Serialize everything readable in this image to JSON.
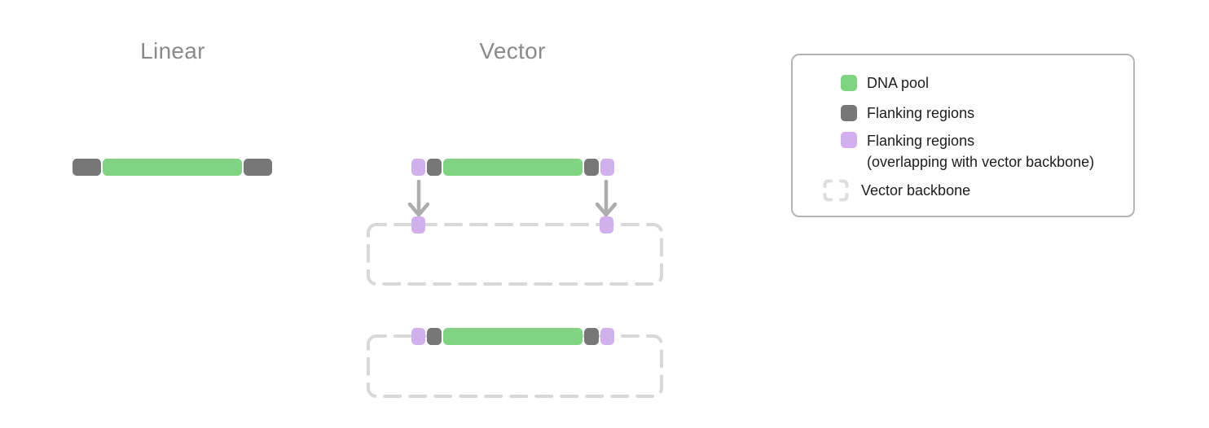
{
  "page": {
    "background": "#ffffff"
  },
  "columns": {
    "linear_title": "Linear",
    "vector_title": "Vector"
  },
  "colors": {
    "page_bg": "#ffffff",
    "dna_pool": "#7fd383",
    "flanking": "#777777",
    "flanking_overlap": "#d2b0ee",
    "vector_backbone_dash": "#d8d8d8",
    "legend_dash_icon": "#dddddd",
    "arrow": "#adadad",
    "title_text": "#8a8a8a",
    "legend_border": "#b4b4b4",
    "legend_text": "#1d1d1f"
  },
  "diagram": {
    "linear": {
      "segments": [
        "flanking-region",
        "dna-pool",
        "flanking-region"
      ]
    },
    "vector": {
      "insert_segments": [
        "flanking-overlap",
        "flanking-region",
        "dna-pool",
        "flanking-region",
        "flanking-overlap"
      ],
      "steps": [
        "insert with overlapping flanks",
        "empty vector backbone with overlap sites",
        "insert assembled onto vector backbone"
      ]
    }
  },
  "legend": {
    "items": [
      {
        "id": "dna-pool",
        "label": "DNA pool"
      },
      {
        "id": "flanking-regions",
        "label": "Flanking regions"
      },
      {
        "id": "flanking-regions-overlap",
        "label": "Flanking regions",
        "label_line2": "(overlapping with vector backbone)"
      },
      {
        "id": "vector-backbone",
        "label": "Vector backbone"
      }
    ]
  }
}
